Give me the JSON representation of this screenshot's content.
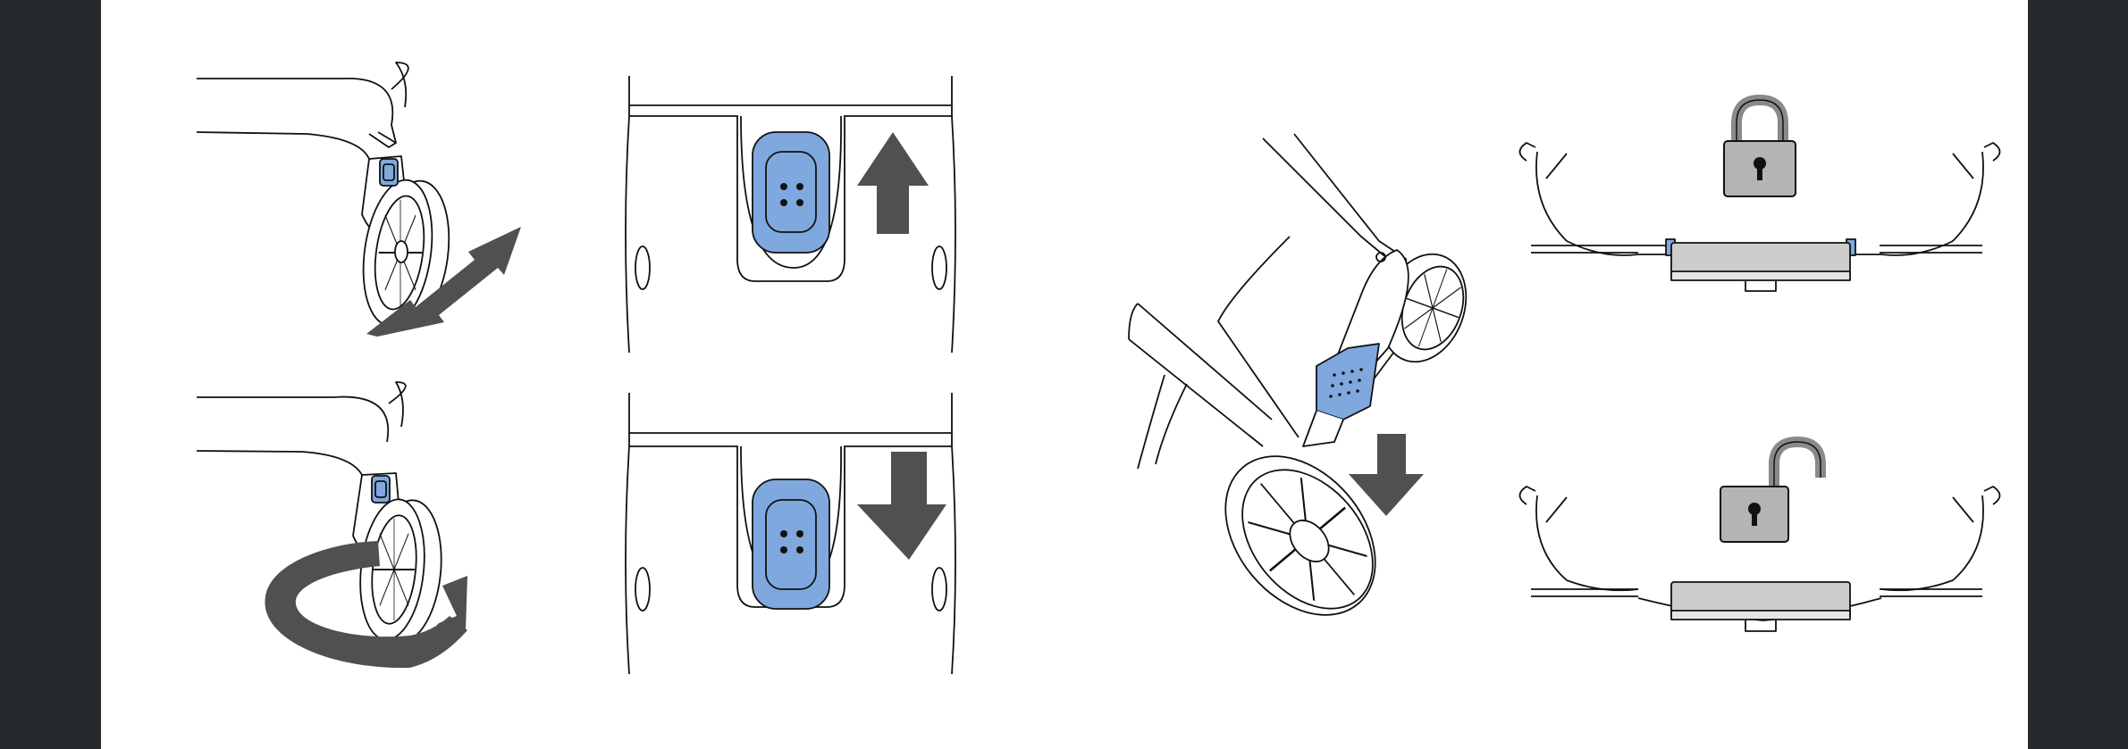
{
  "colors": {
    "frame": "#26292e",
    "page": "#ffffff",
    "line": "#111111",
    "button_blue": "#7fa8de",
    "arrow_gray": "#505050",
    "lock_gray": "#b4b4b4"
  },
  "panels": [
    {
      "id": "caster-wheel-swivel",
      "icons": [
        "double-headed-arrow-icon",
        "rotate-arrow-icon"
      ]
    },
    {
      "id": "swivel-lock-button",
      "icons": [
        "up-arrow-icon",
        "down-arrow-icon"
      ]
    },
    {
      "id": "rear-wheel-release",
      "icons": [
        "down-arrow-icon"
      ]
    },
    {
      "id": "brake-bar-lock",
      "icons": [
        "padlock-locked-icon",
        "padlock-unlocked-icon"
      ]
    }
  ]
}
